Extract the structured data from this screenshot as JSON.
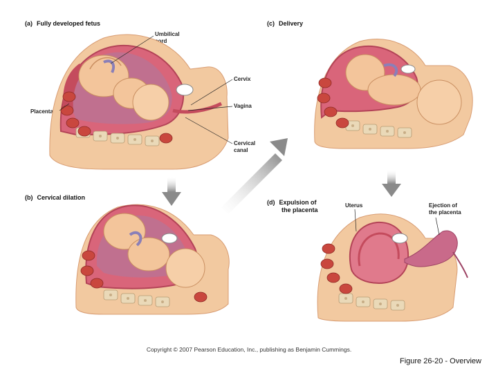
{
  "panels": {
    "a": {
      "letter": "(a)",
      "title": "Fully developed fetus"
    },
    "b": {
      "letter": "(b)",
      "title": "Cervical dilation"
    },
    "c": {
      "letter": "(c)",
      "title": "Delivery"
    },
    "d": {
      "letter": "(d)",
      "title_line1": "Expulsion of",
      "title_line2": "the placenta"
    }
  },
  "callouts": {
    "umbilical_line1": "Umbilical",
    "umbilical_line2": "cord",
    "placenta": "Placenta",
    "cervix": "Cervix",
    "vagina": "Vagina",
    "cervical_line1": "Cervical",
    "cervical_line2": "canal",
    "uterus": "Uterus",
    "ejection_line1": "Ejection of",
    "ejection_line2": "the placenta"
  },
  "copyright": "Copyright © 2007 Pearson Education, Inc., publishing as Benjamin Cummings.",
  "caption": "Figure 26-20 - Overview",
  "colors": {
    "skin": "#f2c9a0",
    "skin_dark": "#e0a57c",
    "uterus": "#d9657a",
    "uterus_wall": "#c44b5d",
    "muscle": "#c9473e",
    "spine": "#ead9b8",
    "fetus": "#f3c59b",
    "arrow": "#8a8a8a"
  },
  "icons": [
    "down-arrow-icon",
    "diagonal-arrow-icon"
  ]
}
